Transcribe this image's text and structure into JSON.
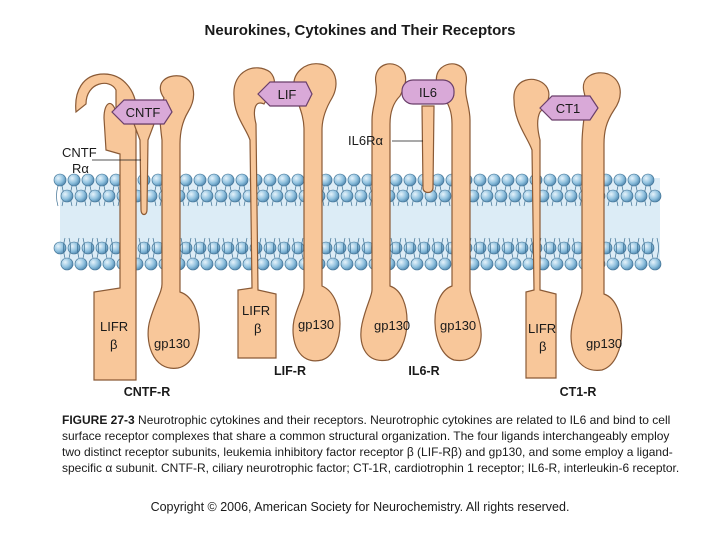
{
  "title": "Neurokines, Cytokines and Their Receptors",
  "colors": {
    "receptor_fill": "#f8c79a",
    "receptor_stroke": "#8a5a36",
    "ligand_fill": "#d9a9d8",
    "ligand_stroke": "#6a3f6a",
    "lipid_fill": "#8ec0de",
    "lipid_stroke": "#3d6f92",
    "membrane_band": "#dcecf6"
  },
  "complexes": [
    {
      "name": "CNTF-R",
      "ligand": "CNTF",
      "alpha_label_line1": "CNTF",
      "alpha_label_line2": "Rα",
      "left_subunit_line1": "LIFR",
      "left_subunit_line2": "β",
      "right_subunit": "gp130"
    },
    {
      "name": "LIF-R",
      "ligand": "LIF",
      "left_subunit_line1": "LIFR",
      "left_subunit_line2": "β",
      "right_subunit": "gp130"
    },
    {
      "name": "IL6-R",
      "ligand": "IL6",
      "alpha_label": "IL6Rα",
      "left_subunit": "gp130",
      "right_subunit": "gp130"
    },
    {
      "name": "CT1-R",
      "ligand": "CT1",
      "left_subunit_line1": "LIFR",
      "left_subunit_line2": "β",
      "right_subunit": "gp130"
    }
  ],
  "caption": {
    "figure_label": "FIGURE 27-3",
    "text": " Neurotrophic cytokines and their receptors. Neurotrophic cytokines are related to IL6 and bind to cell surface receptor complexes that share a common structural organization. The four ligands interchangeably employ two distinct receptor subunits, leukemia inhibitory factor receptor β (LIF-Rβ) and gp130, and some employ a ligand-specific α subunit. CNTF-R, ciliary neurotrophic factor; CT-1R, cardiotrophin 1 receptor; IL6-R, interleukin-6 receptor."
  },
  "copyright": "Copyright © 2006, American Society for Neurochemistry. All rights reserved."
}
